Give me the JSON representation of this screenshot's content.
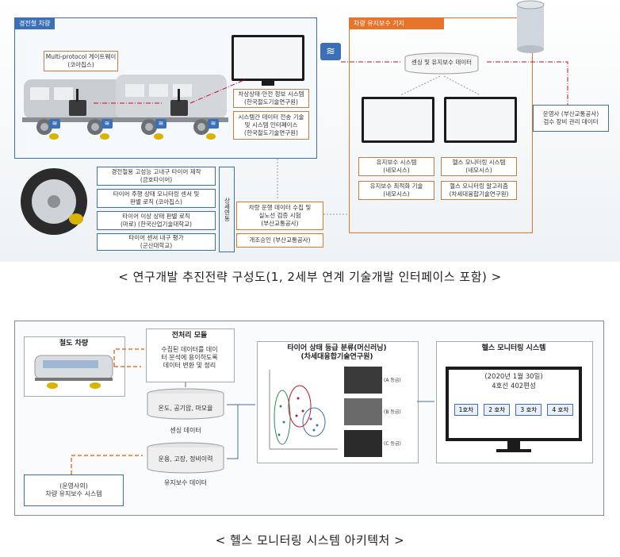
{
  "top": {
    "vehicle_title": "경전철 차량",
    "base_title": "차량 유지보수 기지",
    "gateway": "Multi-protocol 게이트웨이\n(코아칩스)",
    "onboard_system": "차상상태·안전 정보 시스템\n(한국철도기술연구원)",
    "interface": "시스템간 데이터 전송 기술\n및 시스템 인터페이스\n(한국철도기술연구원)",
    "tire_items": [
      "경전철용 고성능 고내구 타이어 제작\n(금호타이어)",
      "타이어 주행 상태 모니터링 센서 및\n판별 로직 (코아칩스)",
      "타이어 이상 상태 판별 로직\n(마로) (한국산업기술대학교)",
      "타이어 센서 내구 평가\n(군산대학교)"
    ],
    "vertical_label": "상세연동",
    "data_center": "센싱 및 유지보수 데이터",
    "maint_system": "유지보수 시스템\n(네모시스)",
    "maint_opt": "유지보수 최적화 기술\n(네모시스)",
    "health_system": "헬스 모니터링 시스템\n(네모시스)",
    "health_algo": "헬스 모니터링 알고리즘\n(차세대융합기술연구원)",
    "operator": "운영사 (부산교통공사)\n검수 장비 관리 데이터",
    "verify": "차량 운행 데이터 수집 및\n실노선 검증 시험\n(부산교통공사)",
    "approval": "개조승인 (부산교통공사)",
    "caption": "< 연구개발 추진전략 구성도(1, 2세부 연계 기술개발 인터페이스 포함) >"
  },
  "bottom": {
    "railcar": "철도 차량",
    "preprocess_title": "전처리 모듈",
    "preprocess_text": "수집된 데이터를 데이\n터 분석에 용이하도록\n데이터 변환 및 정리",
    "sensing_db": "온도, 공기압, 마모율",
    "sensing_label": "센싱 데이터",
    "maint_db": "운용, 고장, 정비이력",
    "maint_label": "유지보수 데이터",
    "operator_sys": "(운영사의)\n차량 유지보수 시스템",
    "classify_title": "타이어 상태 등급 분류(머신러닝)\n(차세대융합기술연구원)",
    "grades": [
      "(A 등급)",
      "(B 등급)",
      "(C 등급)"
    ],
    "health_title": "헬스 모니터링 시스템",
    "date_line1": "(2020년 1월 30일)",
    "date_line2": "4호선 402편성",
    "cars": [
      "1호차",
      "2 호차",
      "3 호차",
      "4 호차"
    ],
    "caption": "< 헬스 모니터링 시스템 아키텍처 >"
  },
  "colors": {
    "accent_orange": "#e8742c",
    "accent_blue": "#3b6fb6",
    "dashdot_red": "#c8102e"
  }
}
